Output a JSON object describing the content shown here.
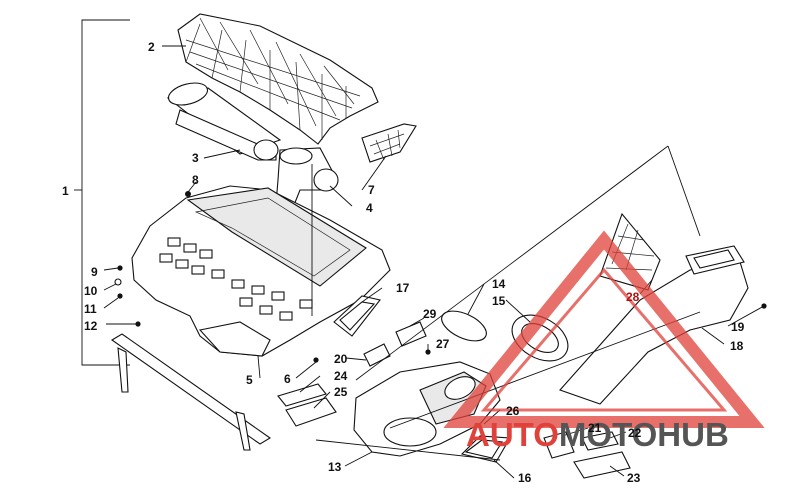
{
  "callouts": [
    {
      "id": "1",
      "label": "1"
    },
    {
      "id": "2",
      "label": "2"
    },
    {
      "id": "3",
      "label": "3"
    },
    {
      "id": "4",
      "label": "4"
    },
    {
      "id": "5",
      "label": "5"
    },
    {
      "id": "6",
      "label": "6"
    },
    {
      "id": "7",
      "label": "7"
    },
    {
      "id": "8",
      "label": "8"
    },
    {
      "id": "9",
      "label": "9"
    },
    {
      "id": "10",
      "label": "10"
    },
    {
      "id": "11",
      "label": "11"
    },
    {
      "id": "12",
      "label": "12"
    },
    {
      "id": "13",
      "label": "13"
    },
    {
      "id": "14",
      "label": "14"
    },
    {
      "id": "15",
      "label": "15"
    },
    {
      "id": "16",
      "label": "16"
    },
    {
      "id": "17",
      "label": "17"
    },
    {
      "id": "18",
      "label": "18"
    },
    {
      "id": "19",
      "label": "19"
    },
    {
      "id": "20",
      "label": "20"
    },
    {
      "id": "21",
      "label": "21"
    },
    {
      "id": "22",
      "label": "22"
    },
    {
      "id": "23",
      "label": "23"
    },
    {
      "id": "24",
      "label": "24"
    },
    {
      "id": "25",
      "label": "25"
    },
    {
      "id": "26",
      "label": "26"
    },
    {
      "id": "27",
      "label": "27"
    },
    {
      "id": "28",
      "label": "28"
    },
    {
      "id": "29",
      "label": "29"
    }
  ],
  "watermark": {
    "part1": "AUTO",
    "part2": "MOTO",
    "part3": "HUB",
    "color_red": "#e0413a",
    "color_dark": "#555555"
  }
}
